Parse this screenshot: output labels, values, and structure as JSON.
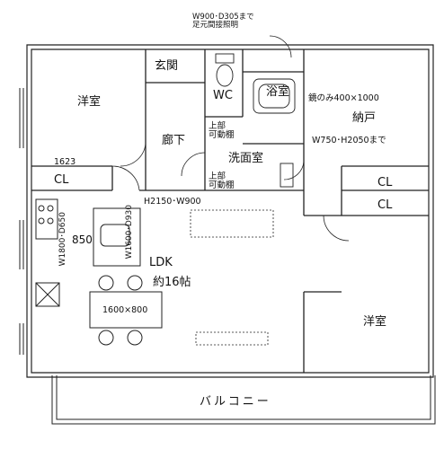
{
  "rooms": {
    "western_room_1": "洋室",
    "entrance": "玄関",
    "wc": "WC",
    "bathroom": "浴室",
    "corridor": "廊下",
    "washroom": "洗面室",
    "storage": "納戸",
    "ldk": "LDK",
    "ldk_size": "約16帖",
    "western_room_2": "洋室",
    "balcony": "バルコニー"
  },
  "closets": {
    "cl_left": "CL",
    "cl_right_1": "CL",
    "cl_right_2": "CL"
  },
  "annotations": {
    "footlight": "W900･D305まで\n足元間接照明",
    "upper_shelf_1": "上部\n可動棚",
    "upper_shelf_2": "上部\n可動棚",
    "mirror": "鏡のみ400×1000",
    "door_size": "W750･H2050まで",
    "dim_1623": "1623",
    "opening": "H2150･W900",
    "counter_850": "850",
    "kitchen_dim_1": "W1800･D650",
    "kitchen_dim_2": "W1600･D930",
    "table_size": "1600×800"
  }
}
